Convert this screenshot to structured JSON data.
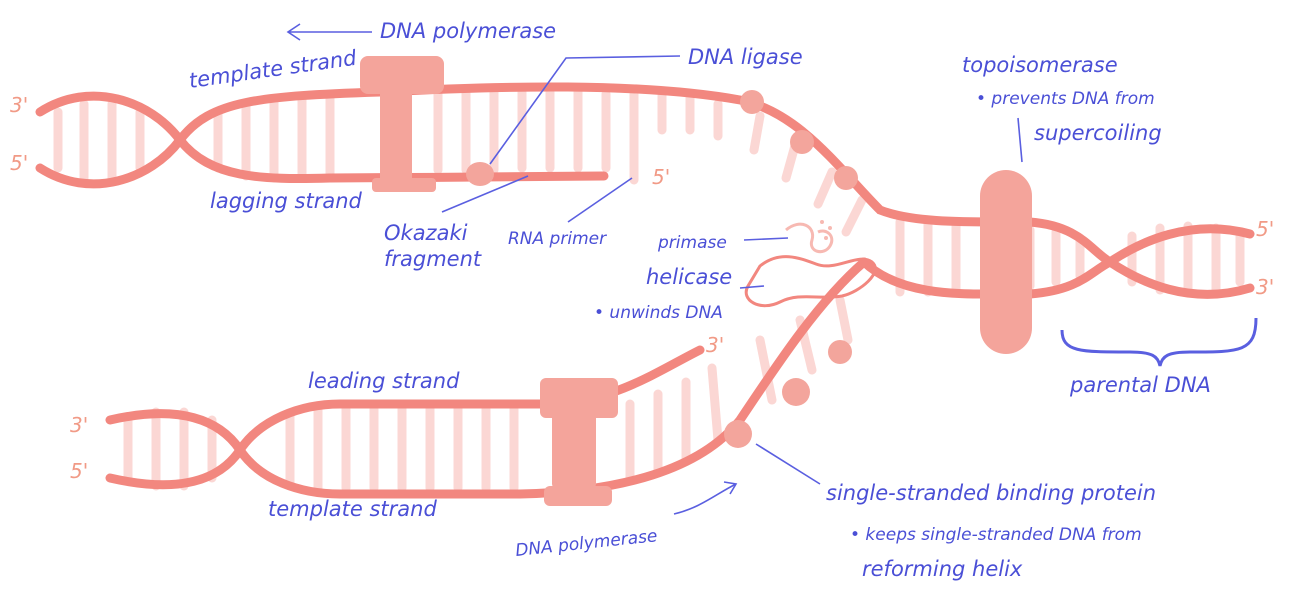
{
  "labels": {
    "dna_polymerase_top": "DNA polymerase",
    "template_strand_top": "template strand",
    "lagging_strand": "lagging strand",
    "dna_ligase": "DNA ligase",
    "okazaki_line1": "Okazaki",
    "okazaki_line2": "fragment",
    "rna_primer": "RNA primer",
    "primase": "primase",
    "helicase": "helicase",
    "helicase_note": "• unwinds DNA",
    "topoisomerase": "topoisomerase",
    "topo_note_line1": "• prevents DNA from",
    "topo_note_line2": "supercoiling",
    "parental_dna": "parental DNA",
    "leading_strand": "leading strand",
    "template_strand_bottom": "template strand",
    "dna_polymerase_bottom": "DNA polymerase",
    "ssb": "single-stranded binding protein",
    "ssb_note_line1": "• keeps single-stranded DNA from",
    "ssb_note_line2": "reforming helix"
  },
  "strand_ends": {
    "top_left_upper": "3'",
    "top_left_lower": "5'",
    "lagging_end": "5'",
    "right_upper": "5'",
    "right_lower": "3'",
    "bottom_left_upper": "3'",
    "bottom_left_lower": "5'",
    "leading_end": "3'"
  },
  "colors": {
    "strand": "#f2877f",
    "rung": "#fbd7d4",
    "protein": "#f4a49b",
    "label": "#4a4fd6",
    "end_label": "#f19a86"
  }
}
